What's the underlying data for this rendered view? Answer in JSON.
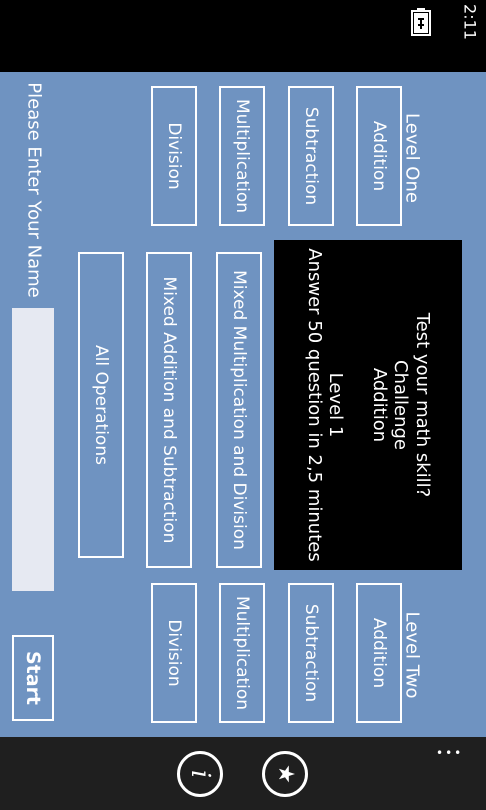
{
  "status": {
    "time": "2:11"
  },
  "level_one": {
    "title": "Level One",
    "buttons": [
      "Addition",
      "Subtraction",
      "Multiplication",
      "Division"
    ]
  },
  "level_two": {
    "title": "Level Two",
    "buttons": [
      "Addition",
      "Subtraction",
      "Multiplication",
      "Division"
    ]
  },
  "info": {
    "line1": "Test your math skill?",
    "line2": "Challenge",
    "line3": "Addition",
    "line4": "Level 1",
    "line5": "Answer 50 question in 2,5 minutes"
  },
  "mixed": {
    "mult_div": "Mixed Multiplication and Division",
    "add_sub": "Mixed Addition and Subtraction",
    "all_ops": "All Operations"
  },
  "name_prompt": "Please Enter Your Name",
  "name_input": {
    "value": ""
  },
  "start_label": "Start",
  "app_bar": {
    "more": "•••",
    "info_glyph": "i",
    "star_glyph": "★"
  }
}
